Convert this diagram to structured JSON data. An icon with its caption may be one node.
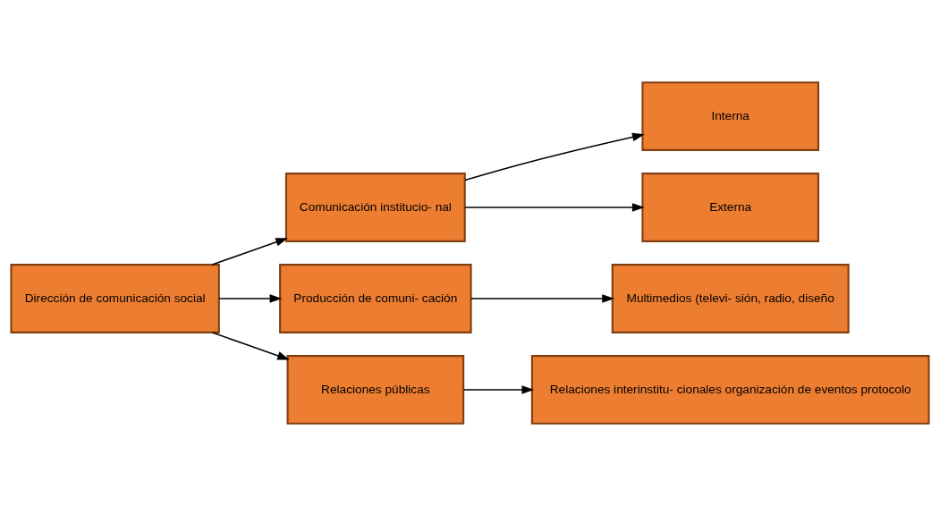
{
  "diagram": {
    "nodes": [
      {
        "text": [
          "Dirección de comunicación social"
        ]
      },
      {
        "text": [
          "Comunicación institucio- nal"
        ]
      },
      {
        "text": [
          "Interna"
        ]
      },
      {
        "text": [
          "Externa"
        ]
      },
      {
        "text": [
          "Producción de comuni- cación"
        ]
      },
      {
        "text": [
          "Multimedios (televi- sión, radio, diseño"
        ]
      },
      {
        "text": [
          "Relaciones públicas"
        ]
      },
      {
        "text": [
          "Relaciones interinstitu- cionales organización de eventos protocolo"
        ]
      }
    ],
    "edges": [
      {
        "from": 0,
        "to": 1,
        "arrow": "to"
      },
      {
        "from": 0,
        "to": 4,
        "arrow": "to"
      },
      {
        "from": 0,
        "to": 6,
        "arrow": "to"
      },
      {
        "from": 1,
        "to": 2,
        "arrow": "to"
      },
      {
        "from": 1,
        "to": 3,
        "arrow": "to"
      },
      {
        "from": 4,
        "to": 5,
        "arrow": "to"
      },
      {
        "from": 6,
        "to": 7,
        "arrow": "to"
      }
    ]
  }
}
